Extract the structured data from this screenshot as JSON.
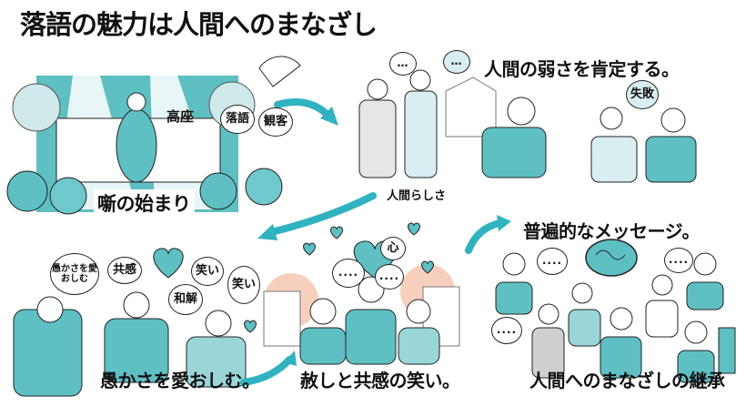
{
  "title": "落語の魅力は人間へのまなざし",
  "colors": {
    "teal": "#5fc0c4",
    "arrow": "#2fb3c0",
    "ink": "#222222",
    "peach": "#f0b89a"
  },
  "panels": {
    "origin": {
      "caption": "噺の始まり",
      "stage_label": "高座",
      "bubbles": [
        "落語",
        "観客"
      ]
    },
    "weakness": {
      "caption": "人間の弱さを肯定する。",
      "sub_label": "人間らしさ",
      "bubbles": [
        "…",
        "…",
        "失敗"
      ]
    },
    "fondness": {
      "caption": "愚かさを愛おしむ。",
      "bubbles": [
        "愚かさを愛おしむ",
        "共感",
        "笑い",
        "笑い",
        "和解"
      ]
    },
    "forgiveness": {
      "caption": "赦しと共感の笑い。",
      "bubbles": [
        "心",
        "....",
        "...."
      ]
    },
    "universal": {
      "caption": "普遍的なメッセージ。",
      "footer": "人間へのまなざしの継承",
      "bubbles": [
        "....",
        "....",
        "...."
      ]
    }
  },
  "icons": [
    "folding-fan-icon",
    "heart-icon",
    "brain-icon",
    "arrow-icon"
  ]
}
